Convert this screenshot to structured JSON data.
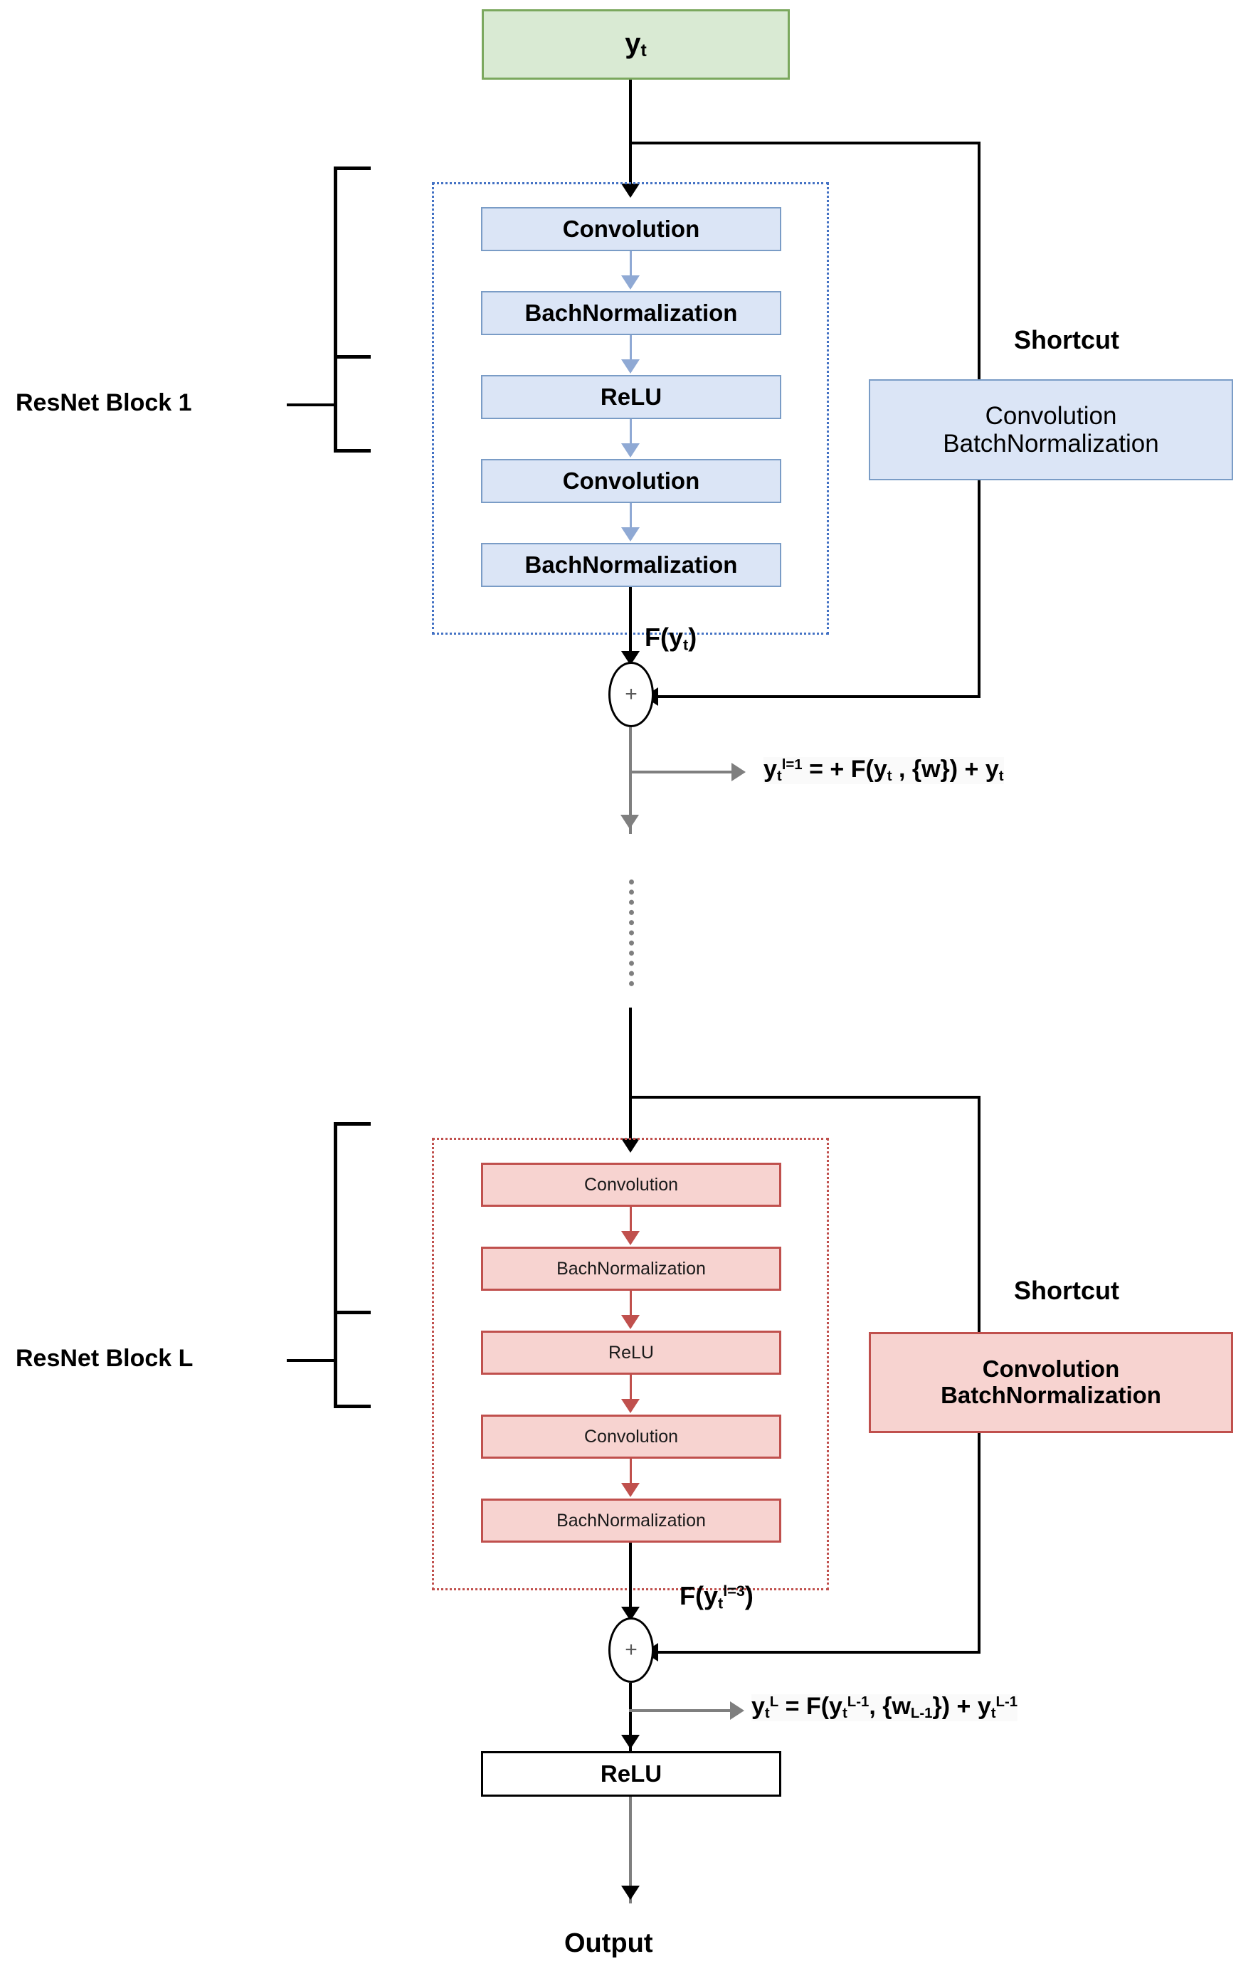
{
  "diagram": {
    "title": "ResNet architecture block diagram",
    "input_label": "y",
    "input_sub": "t",
    "output_label": "Output",
    "final_activation": "ReLU",
    "colors": {
      "input_fill": "#d9ead3",
      "input_stroke": "#7ba85e",
      "block1_fill": "#dbe5f6",
      "block1_stroke": "#7a9cc6",
      "block1_group_stroke": "#4472c4",
      "blockL_fill": "#f7d3d0",
      "blockL_stroke": "#c0504d",
      "blockL_group_stroke": "#c0504d",
      "line": "#000000",
      "gray_line": "#7f7f7f"
    },
    "blocks": [
      {
        "name": "ResNet Block 1",
        "bracket_label": "ResNet Block 1",
        "layers": [
          "Convolution",
          "BachNormalization",
          "ReLU",
          "Convolution",
          "BachNormalization"
        ],
        "shortcut_label": "Shortcut",
        "shortcut_box_line1": "Convolution",
        "shortcut_box_line2": "BatchNormalization",
        "residual_function": "F(y",
        "residual_function_sub": "t",
        "residual_function_sup": "",
        "residual_function_tail": ")",
        "sum_symbol": "+",
        "equation": {
          "lhs_base": "y",
          "lhs_sub": "t",
          "lhs_sup": "l=1",
          "rhs": "=  + F(y",
          "rhs_sub": "t",
          "rhs_mid": " , {w}) + y",
          "rhs_sub2": "t"
        }
      },
      {
        "name": "ResNet Block L",
        "bracket_label": "ResNet Block L",
        "layers": [
          "Convolution",
          "BachNormalization",
          "ReLU",
          "Convolution",
          "BachNormalization"
        ],
        "shortcut_label": "Shortcut",
        "shortcut_box_line1": "Convolution",
        "shortcut_box_line2": "BatchNormalization",
        "residual_function": "F(y",
        "residual_function_sub": "t",
        "residual_function_sup": "l=3",
        "residual_function_tail": ")",
        "sum_symbol": "+",
        "equation": {
          "lhs_base": "y",
          "lhs_sub": "t",
          "lhs_sup": "L",
          "rhs": "=  F(y",
          "rhs_sub": "t",
          "rhs_sup": "L-1",
          "rhs_mid": ", {w",
          "rhs_sub_w": "L-1",
          "rhs_mid2": "}) + y",
          "rhs_sub2": "t",
          "rhs_sup2": "L-1"
        }
      }
    ],
    "ellipsis_hint": "vertical dotted continuation between block 1 and block L"
  }
}
